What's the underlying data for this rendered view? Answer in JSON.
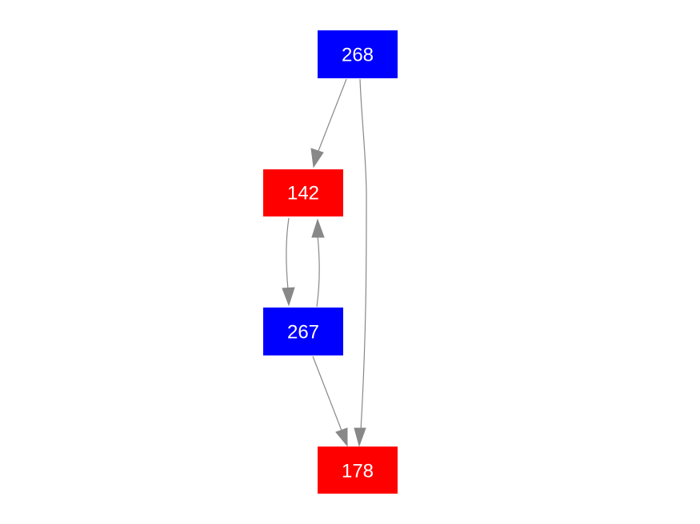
{
  "colors": {
    "blue": "#0000ff",
    "red": "#ff0000",
    "edge": "#888888",
    "label": "#ffffff"
  },
  "nodes": [
    {
      "id": "n268",
      "label": "268",
      "color": "blue"
    },
    {
      "id": "n142",
      "label": "142",
      "color": "red"
    },
    {
      "id": "n267",
      "label": "267",
      "color": "blue"
    },
    {
      "id": "n178",
      "label": "178",
      "color": "red"
    }
  ],
  "edges": [
    {
      "from": "268",
      "to": "142"
    },
    {
      "from": "268",
      "to": "178"
    },
    {
      "from": "142",
      "to": "267"
    },
    {
      "from": "267",
      "to": "142"
    },
    {
      "from": "267",
      "to": "178"
    }
  ]
}
